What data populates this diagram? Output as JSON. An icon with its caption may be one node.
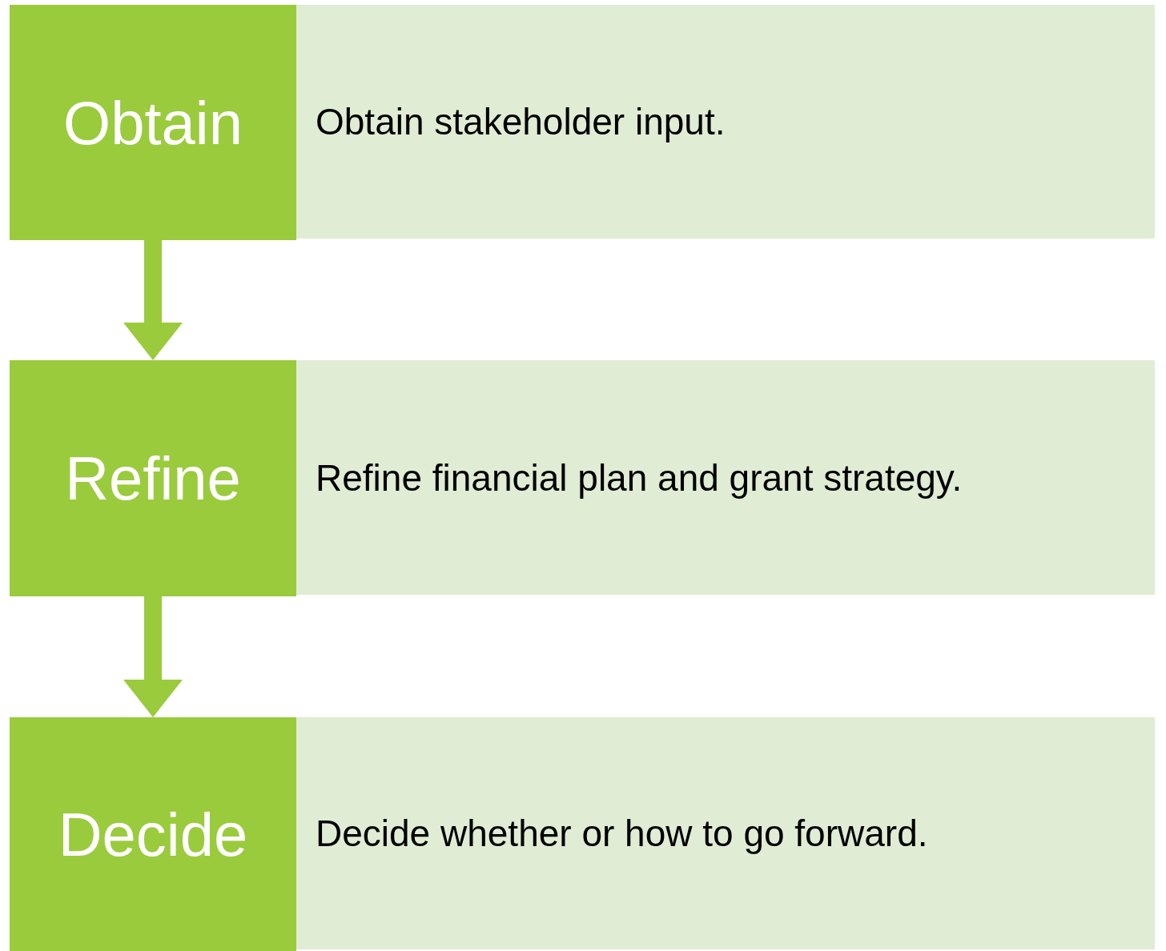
{
  "diagram": {
    "nodes": [
      {
        "text": [
          "Obtain"
        ]
      },
      {
        "text": [
          "Obtain stakeholder input."
        ]
      },
      {
        "text": [
          "Refine"
        ]
      },
      {
        "text": [
          "Refine financial plan and grant strategy."
        ]
      },
      {
        "text": [
          "Decide"
        ]
      },
      {
        "text": [
          "Decide whether or how to go forward."
        ]
      }
    ],
    "edges": [
      {
        "from": 0,
        "to": 2,
        "arrow": "to"
      },
      {
        "from": 2,
        "to": 4,
        "arrow": "to"
      }
    ]
  }
}
